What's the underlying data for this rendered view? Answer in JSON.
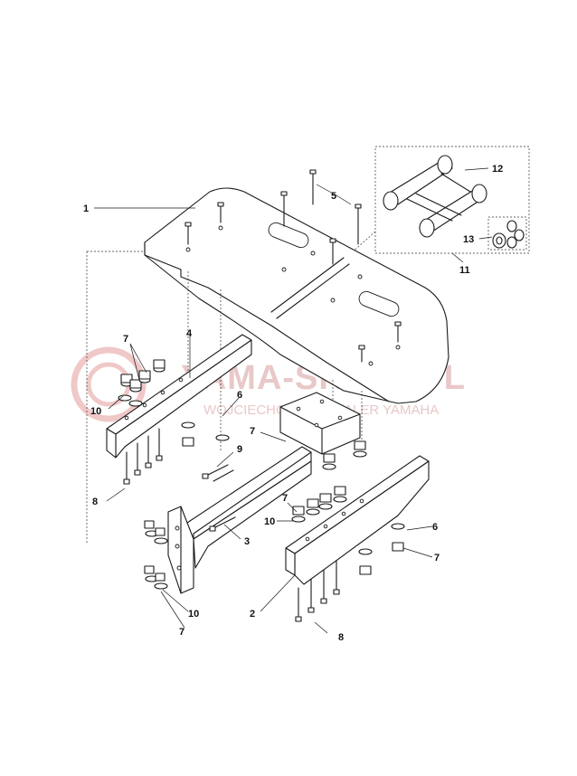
{
  "watermark": {
    "brand": "YAMA-SKLEP.PL",
    "sub": "WOJCIECHOWICZ DEALER YAMAHA",
    "color": "#e8c8c8"
  },
  "callouts": {
    "c1": "1",
    "c2": "2",
    "c3": "3",
    "c4": "4",
    "c5": "5",
    "c6a": "6",
    "c6b": "6",
    "c7a": "7",
    "c7b": "7",
    "c7c": "7",
    "c7d": "7",
    "c7e": "7",
    "c8a": "8",
    "c8b": "8",
    "c9": "9",
    "c10a": "10",
    "c10b": "10",
    "c10c": "10",
    "c11": "11",
    "c12": "12",
    "c13": "13"
  }
}
